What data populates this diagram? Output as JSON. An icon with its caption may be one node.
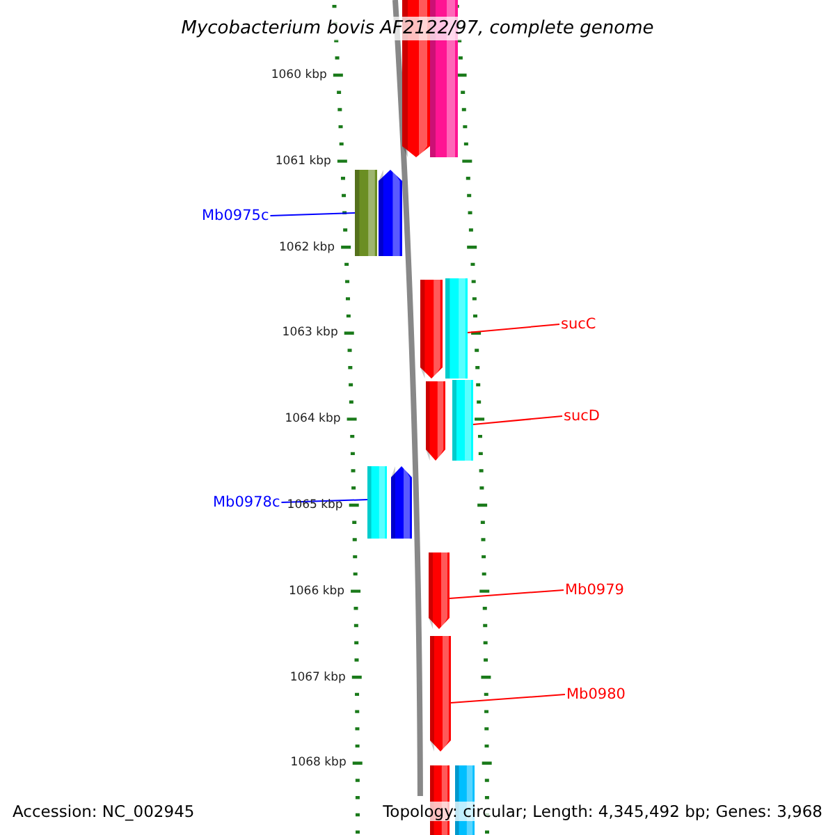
{
  "diagram": {
    "title": "Mycobacterium bovis AF2122/97, complete genome",
    "nodes": [
      {
        "text": [],
        "shape": "pentagon"
      },
      {
        "text": [],
        "shape": "bar"
      },
      {
        "text": [],
        "shape": "bar"
      },
      {
        "text": [],
        "shape": "pentagon"
      },
      {
        "text": [],
        "shape": "pentagon"
      },
      {
        "text": [],
        "shape": "bar"
      },
      {
        "text": [],
        "shape": "pentagon"
      },
      {
        "text": [],
        "shape": "bar"
      },
      {
        "text": [],
        "shape": "bar"
      },
      {
        "text": [],
        "shape": "pentagon"
      },
      {
        "text": [],
        "shape": "pentagon"
      },
      {
        "text": [],
        "shape": "pentagon"
      },
      {
        "text": [],
        "shape": "bar"
      },
      {
        "text": [],
        "shape": "bar"
      },
      {
        "text": [
          "Mb0975c"
        ]
      },
      {
        "text": [
          "Mb0978c"
        ]
      },
      {
        "text": [
          "sucC"
        ]
      },
      {
        "text": [
          "sucD"
        ]
      },
      {
        "text": [
          "Mb0979"
        ]
      },
      {
        "text": [
          "Mb0980"
        ]
      }
    ],
    "edges": [
      {
        "from": 14,
        "to": 2,
        "arrow": "none",
        "color": "#0000ff"
      },
      {
        "from": 15,
        "to": 8,
        "arrow": "none",
        "color": "#0000ff"
      },
      {
        "from": 16,
        "to": 5,
        "arrow": "none"
      },
      {
        "from": 17,
        "to": 7,
        "arrow": "none"
      },
      {
        "from": 18,
        "to": 10,
        "arrow": "none"
      },
      {
        "from": 19,
        "to": 11,
        "arrow": "none"
      }
    ],
    "labels": [
      "1060 kbp",
      "1061 kbp",
      "1062 kbp",
      "1063 kbp",
      "1064 kbp",
      "1065 kbp",
      "1066 kbp",
      "1067 kbp",
      "1068 kbp",
      "Accession: NC_002945",
      "Topology: circular; Length: 4,345,492 bp; Genes: 3,968"
    ]
  }
}
